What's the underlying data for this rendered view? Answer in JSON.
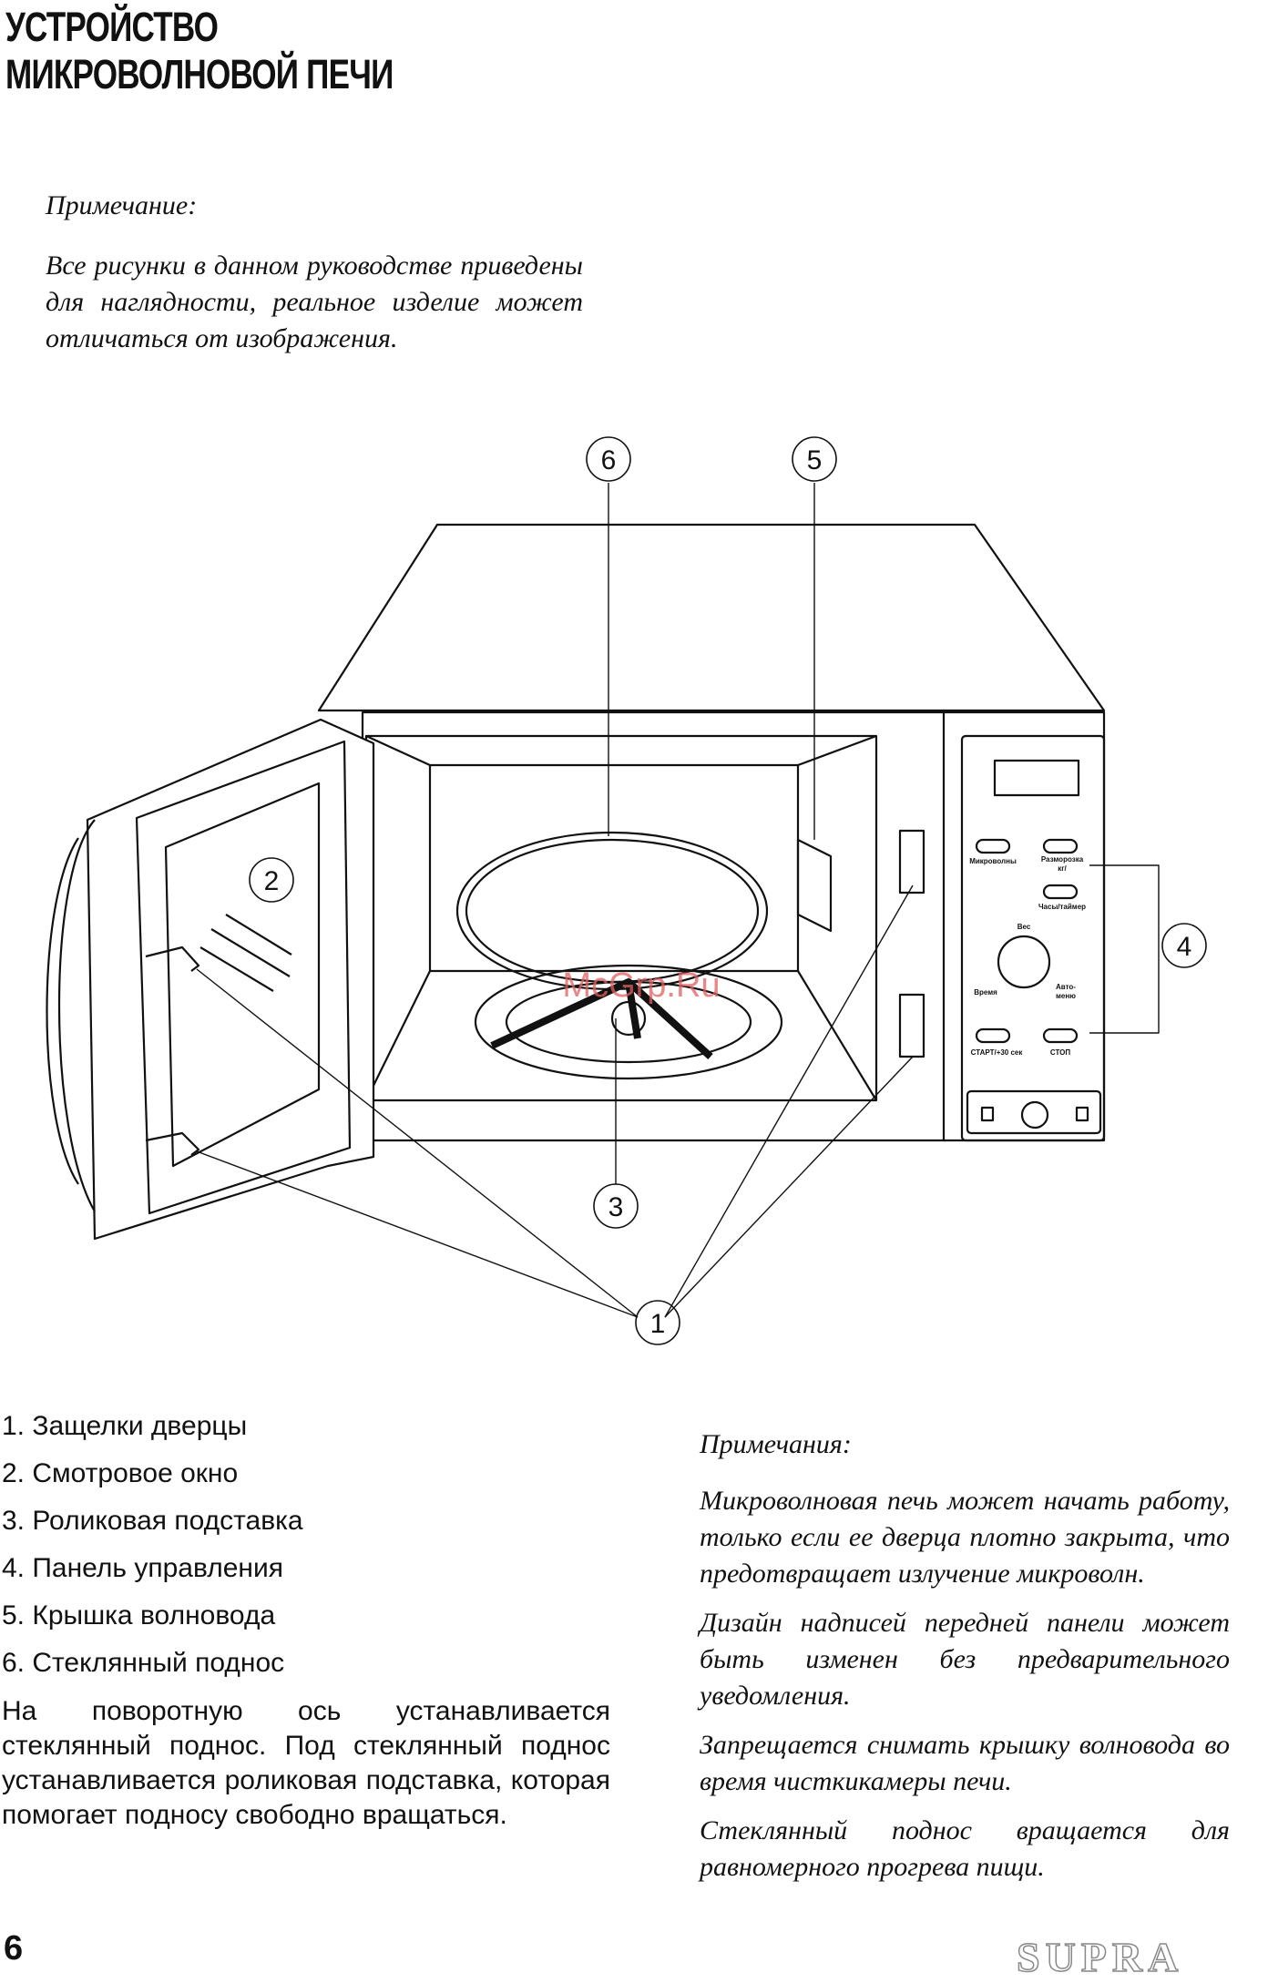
{
  "title": {
    "line1": "УСТРОЙСТВО",
    "line2": "МИКРОВОЛНОВОЙ ПЕЧИ"
  },
  "top_note": {
    "heading": "Примечание:",
    "text": "Все рисунки в данном руководстве приведены для наглядности, реальное изделие может отличаться от изображения."
  },
  "diagram": {
    "callouts": [
      "1",
      "2",
      "3",
      "4",
      "5",
      "6"
    ],
    "watermark": "McGrp.Ru",
    "panel": {
      "microwaves": "Микроволны",
      "defrost": "Разморозка",
      "defrost_units": "кг/",
      "clock_timer": "Часы/таймер",
      "weight": "Вес",
      "time": "Время",
      "auto_menu_1": "Авто-",
      "auto_menu_2": "меню",
      "start": "СТАРТ/+30 сек",
      "stop": "СТОП"
    }
  },
  "parts": [
    "1. Защелки дверцы",
    "2. Смотровое окно",
    "3. Роликовая подставка",
    "4. Панель управления",
    "5. Крышка волновода",
    "6. Стеклянный поднос"
  ],
  "parts_description": "На поворотную ось устанавливается стеклянный поднос. Под стеклянный поднос устанавливается роликовая подставка, которая помогает подносу свободно вращаться.",
  "notes": {
    "heading": "Примечания:",
    "items": [
      "Микроволновая печь может начать работу, только если ее дверца плотно закрыта, что предотвращает излучение микроволн.",
      "Дизайн надписей передней панели может быть изменен без предварительного уведомления.",
      "Запрещается снимать крышку волновода во время чисткикамеры печи.",
      "Стеклянный поднос вращается для равномерного прогрева пищи."
    ]
  },
  "footer": {
    "page_number": "6",
    "brand": "SUPRA"
  }
}
